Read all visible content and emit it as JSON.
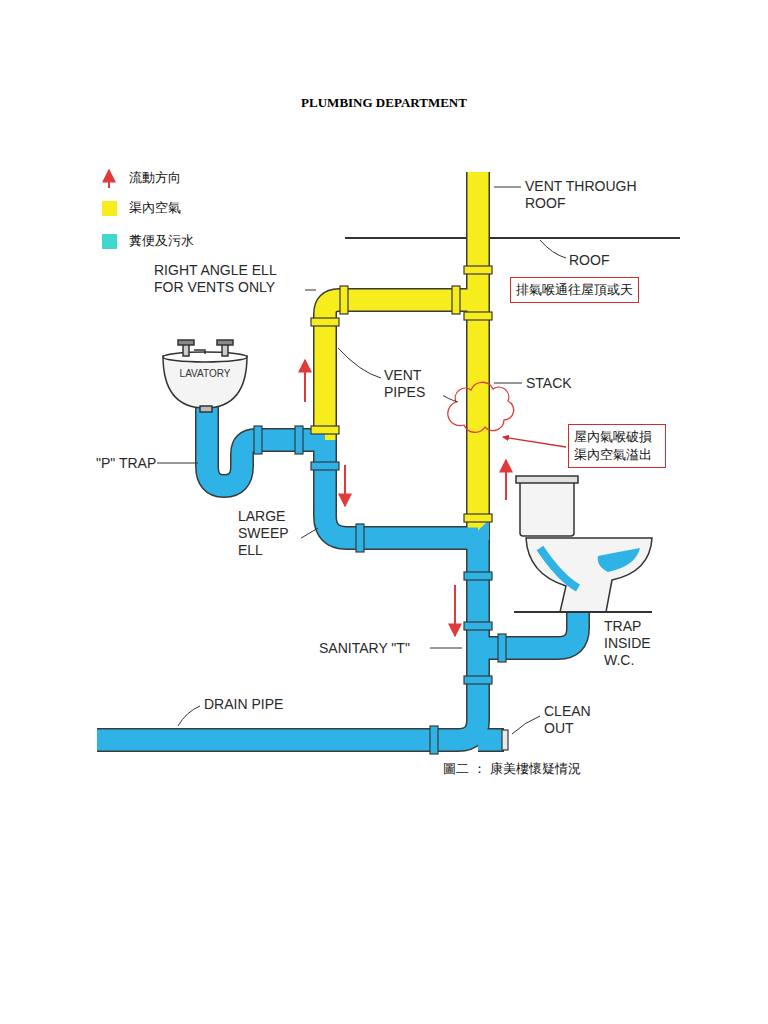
{
  "diagram": {
    "title": "PLUMBING DEPARTMENT",
    "caption": "圖二 ： 康美樓懷疑情況",
    "nodes": [
      {
        "text": [
          "排氣喉通往屋頂或天"
        ]
      },
      {
        "text": [
          "屋內氣喉破損 渠內空氣溢出"
        ]
      }
    ],
    "labels": [
      "VENT THROUGH ROOF",
      "ROOF",
      "RIGHT ANGLE ELL FOR VENTS ONLY",
      "LAVATORY",
      "\"P\" TRAP",
      "VENT PIPES",
      "STACK",
      "LARGE SWEEP ELL",
      "SANITARY \"T\"",
      "TRAP INSIDE W.C.",
      "DRAIN PIPE",
      "CLEAN OUT"
    ],
    "legend": [
      {
        "text": "流動方向"
      },
      {
        "text": "渠內空氣",
        "color": "#f7ec1c"
      },
      {
        "text": "糞便及污水",
        "color": "#3fd8cf"
      }
    ]
  }
}
